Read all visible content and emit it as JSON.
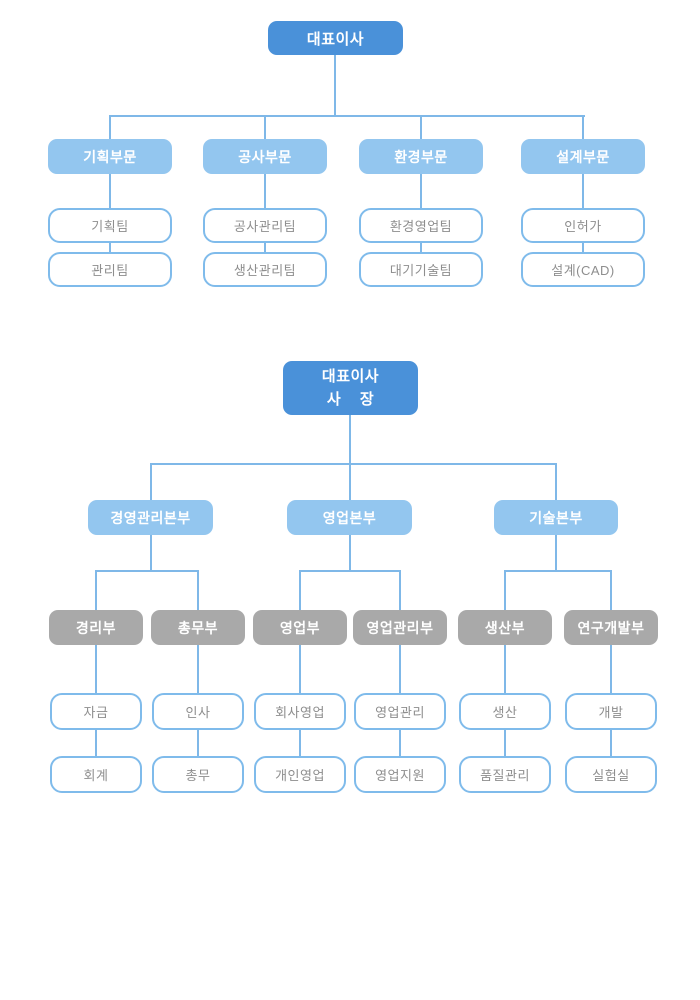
{
  "c1": {
    "root": "대표이사",
    "departments": [
      {
        "name": "기획부문",
        "teams": [
          "기획팀",
          "관리팀"
        ]
      },
      {
        "name": "공사부문",
        "teams": [
          "공사관리팀",
          "생산관리팀"
        ]
      },
      {
        "name": "환경부문",
        "teams": [
          "환경영업팀",
          "대기기술팀"
        ]
      },
      {
        "name": "설계부문",
        "teams": [
          "인허가",
          "설계(CAD)"
        ]
      }
    ]
  },
  "c2": {
    "root_line1": "대표이사",
    "root_line2": "사    장",
    "divisions": [
      {
        "name": "경영관리본부",
        "departments": [
          {
            "name": "경리부",
            "teams": [
              "자금",
              "회계"
            ]
          },
          {
            "name": "총무부",
            "teams": [
              "인사",
              "총무"
            ]
          }
        ]
      },
      {
        "name": "영업본부",
        "departments": [
          {
            "name": "영업부",
            "teams": [
              "회사영업",
              "개인영업"
            ]
          },
          {
            "name": "영업관리부",
            "teams": [
              "영업관리",
              "영업지원"
            ]
          }
        ]
      },
      {
        "name": "기술본부",
        "departments": [
          {
            "name": "생산부",
            "teams": [
              "생산",
              "품질관리"
            ]
          },
          {
            "name": "연구개발부",
            "teams": [
              "개발",
              "실험실"
            ]
          }
        ]
      }
    ]
  },
  "colors": {
    "root_blue": "#4A91D9",
    "light_blue": "#93C6EF",
    "gray": "#A9A9A9",
    "line_blue": "#7FB8E8",
    "leaf_border": "#7FBBEB",
    "leaf_text": "#8E8E8E"
  }
}
